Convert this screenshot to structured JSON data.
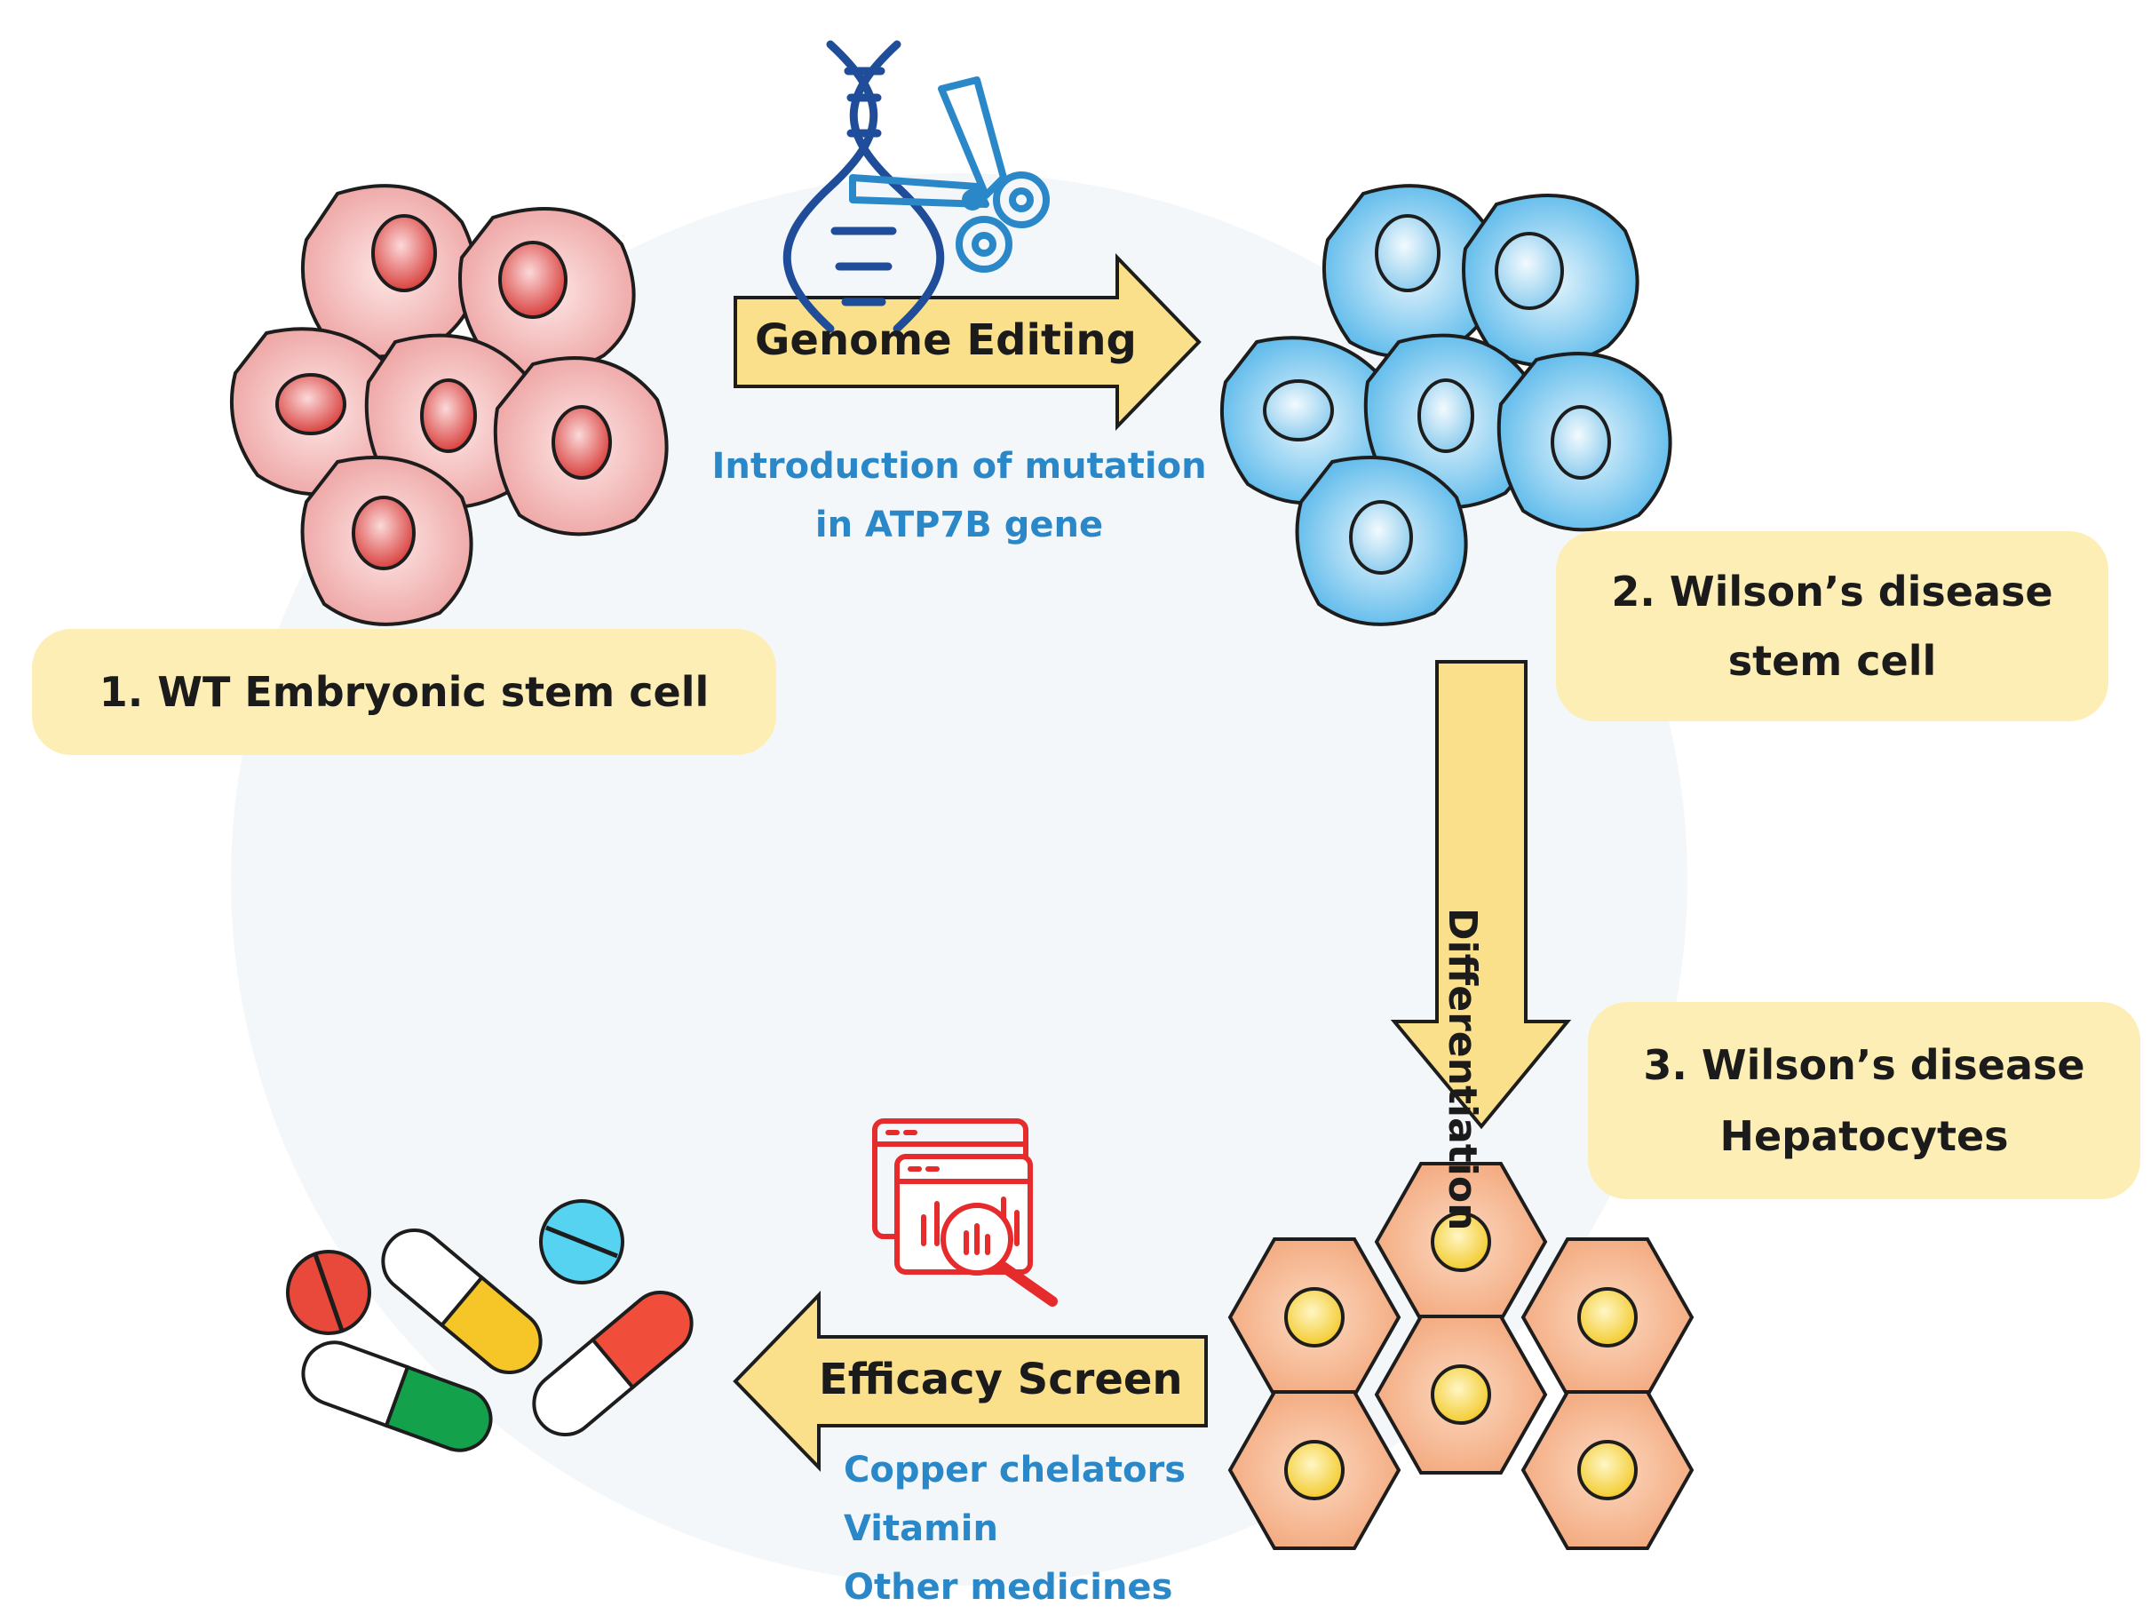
{
  "steps": {
    "step1": {
      "label": "1. WT Embryonic stem cell"
    },
    "step2": {
      "line1": "2. Wilson’s disease",
      "line2": "stem cell"
    },
    "step3": {
      "line1": "3. Wilson’s disease",
      "line2": "Hepatocytes"
    }
  },
  "arrows": {
    "genome": {
      "label": "Genome Editing",
      "note_line1": "Introduction of mutation",
      "note_line2": "in ATP7B gene"
    },
    "differentiation": {
      "label": "Differentiation"
    },
    "efficacy": {
      "label": "Efficacy Screen",
      "notes": [
        "Copper chelators",
        "Vitamin",
        "Other medicines"
      ]
    }
  },
  "colors": {
    "label_fill": "#fdeeb6",
    "arrow_fill": "#fbe08b",
    "wt_cell": "#f0a7a7",
    "wt_nucleus": "#d9534f",
    "disease_cell": "#6fc3ee",
    "hepatocyte": "#f5b48a",
    "hepatocyte_nucleus": "#f6d449",
    "note_blue": "#2a88c9",
    "dna_blue": "#1f4d9a",
    "screen_red": "#e52b2b"
  },
  "icons": [
    "dna-icon",
    "scissors-icon",
    "screen-analysis-icon",
    "pills-icon"
  ]
}
